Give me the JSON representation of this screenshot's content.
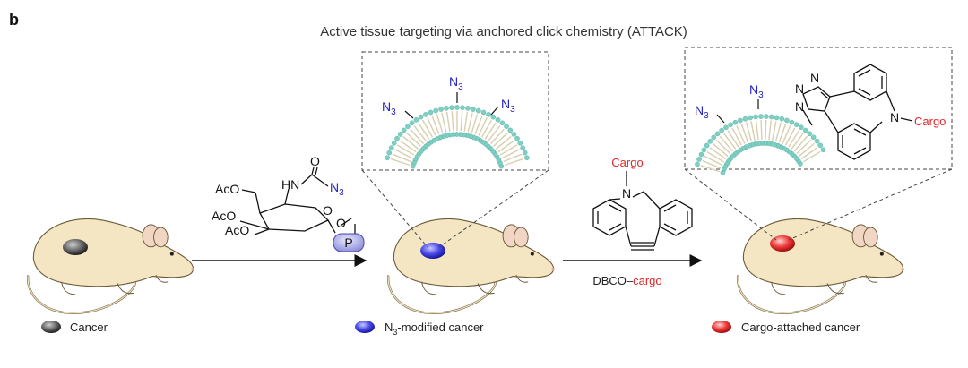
{
  "panel_letter": "b",
  "title": "Active tissue targeting via anchored click chemistry (ATTACK)",
  "legend": {
    "cancer": "Cancer",
    "n3_prefix": "N",
    "n3_sub": "3",
    "n3_suffix": "-modified cancer",
    "cargo_attached": "Cargo-attached cancer"
  },
  "sugar_labels": {
    "aco_top": "AcO",
    "aco_mid": "AcO",
    "aco_bottom": "AcO",
    "hn": "HN",
    "o_carbonyl": "O",
    "o_ring": "O",
    "o_link": "O",
    "n3_main": "N",
    "n3_sub": "3",
    "p": "P"
  },
  "membrane_labels": {
    "n3_left": "N",
    "n3_top": "N",
    "n3_right": "N",
    "sub": "3"
  },
  "dbco_labels": {
    "cargo_top": "Cargo",
    "n": "N",
    "reagent_prefix": "DBCO–",
    "reagent_cargo": "cargo"
  },
  "product_labels": {
    "n3_left": "N",
    "n3_top": "N",
    "sub": "3",
    "triazole_n1": "N",
    "triazole_n2": "N",
    "triazole_n3": "N",
    "ring_n": "N",
    "cargo": "Cargo"
  },
  "colors": {
    "azide_blue": "#2323c8",
    "cargo_red": "#e0262b",
    "mouse_body": "#f4e6c2",
    "mouse_outline": "#6b5a3a",
    "membrane_head": "#7fcfc3",
    "membrane_tail": "#e9e2cf"
  },
  "icons": [
    "mouse-icon",
    "tumor-grey-icon",
    "tumor-blue-icon",
    "tumor-red-icon",
    "lipid-membrane-icon",
    "chemical-structure-icon",
    "arrow-icon"
  ]
}
